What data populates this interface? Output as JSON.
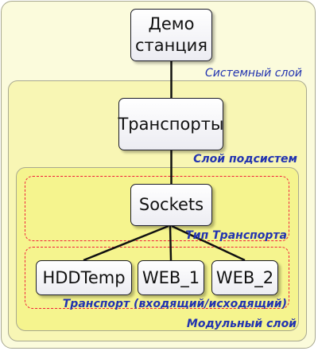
{
  "layers": {
    "system": "Системный слой",
    "subsystem": "Слой подсистем",
    "transport_type": "Тип Транспорта",
    "transport_io": "Транспорт (входящий/исходящий)",
    "module": "Модульный слой"
  },
  "nodes": {
    "demo": "Демо\nстанция",
    "transports": "Транспорты",
    "sockets": "Sockets",
    "hddtemp": "HDDTemp",
    "web1": "WEB_1",
    "web2": "WEB_2"
  },
  "colors": {
    "system_layer": "#fbfbdc",
    "subsystem_layer": "#f8f6b4",
    "module_layer": "#f5f48e",
    "dashed_zone": "#f0203a",
    "label_text": "#2233b0"
  }
}
